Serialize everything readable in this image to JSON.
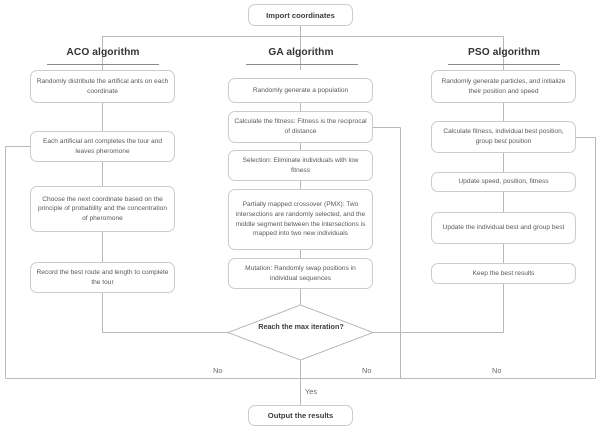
{
  "diagram": {
    "title_node": {
      "label": "Import coordinates"
    },
    "columns": [
      {
        "id": "aco",
        "title": "ACO algorithm",
        "steps": [
          "Randomly distribute the artifical ants on each coordinate",
          "Each artificial ant completes the tour and leaves pheromone",
          "Choose the next coordinate based on the principle of probability and the concentration of pheromone",
          "Record the best route and length to complete the tour"
        ]
      },
      {
        "id": "ga",
        "title": "GA algorithm",
        "steps": [
          "Randomly generate a population",
          "Calculate the fitness: Fitness is the reciprocal of distance",
          "Selection: Eliminate individuals with low fitness",
          "Partially mapped crossover (PMX): Two intersections are randomly selected, and the middle segment between the intersections is mapped into two new individuals",
          "Mutation: Randomly swap positions in individual sequences"
        ]
      },
      {
        "id": "pso",
        "title": "PSO algorithm",
        "steps": [
          "Randomly generate particles, and initialize their position and speed",
          "Calculate fitness, individual best position, group best position",
          "Update speed, position, fitness",
          "Update the individual best and group best",
          "Keep the best results"
        ]
      }
    ],
    "decision": {
      "label": "Reach the max iteration?"
    },
    "terminal": {
      "label": "Output the results"
    },
    "edge_labels": {
      "no_left": "No",
      "no_middle": "No",
      "no_right": "No",
      "yes": "Yes"
    },
    "colors": {
      "node_border": "#cccccc",
      "node_text": "#595959",
      "strong_text": "#3d3d3d",
      "wire": "#b3b3b3",
      "rule": "#8a8a8a",
      "background": "#ffffff"
    }
  }
}
